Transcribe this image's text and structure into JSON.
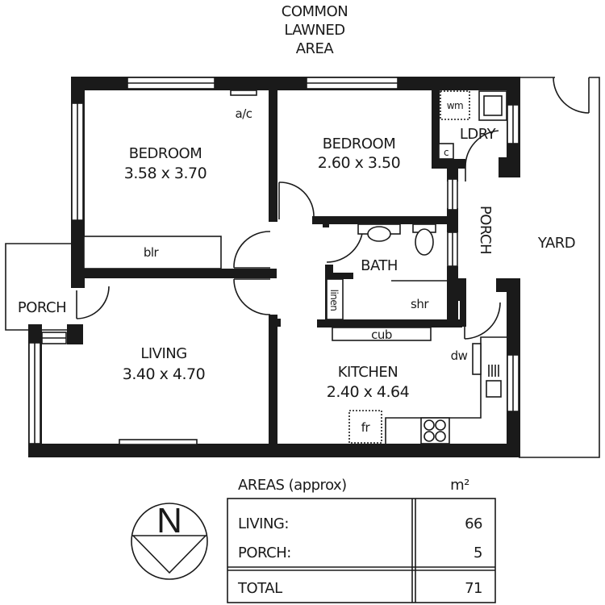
{
  "site": {
    "common_area_line1": "COMMON",
    "common_area_line2": "LAWNED",
    "common_area_line3": "AREA",
    "yard_label": "YARD"
  },
  "rooms": {
    "bedroom1": {
      "name": "BEDROOM",
      "dims": "3.58 x 3.70"
    },
    "bedroom2": {
      "name": "BEDROOM",
      "dims": "2.60 x 3.50"
    },
    "living": {
      "name": "LIVING",
      "dims": "3.40 x 4.70"
    },
    "kitchen": {
      "name": "KITCHEN",
      "dims": "2.40 x 4.64"
    },
    "bath": {
      "name": "BATH"
    },
    "laundry": {
      "name": "LDRY"
    },
    "porch_front": {
      "name": "PORCH"
    },
    "porch_side": {
      "name": "PORCH"
    }
  },
  "fixtures": {
    "aircon": "a/c",
    "built_in_robe": "blr",
    "washing_machine": "wm",
    "cupboard_laundry": "c",
    "linen": "linen",
    "shower": "shr",
    "cupboard": "cub",
    "dishwasher": "dw",
    "fridge": "fr"
  },
  "compass": {
    "label": "N"
  },
  "areas_table": {
    "title": "AREAS (approx)",
    "unit": "m²",
    "rows": [
      {
        "label": "LIVING:",
        "value": "66"
      },
      {
        "label": "PORCH:",
        "value": "5"
      }
    ],
    "total": {
      "label": "TOTAL",
      "value": "71"
    }
  },
  "colors": {
    "wall": "#1a1a1a",
    "background": "#ffffff"
  }
}
